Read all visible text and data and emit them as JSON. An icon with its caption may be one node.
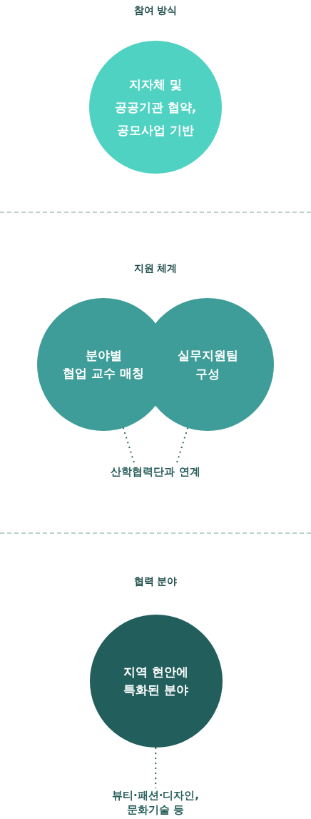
{
  "diagram": {
    "nodes": [
      {
        "text": [
          "지자체 및 공공기관 협약, 공모사업 기반"
        ]
      },
      {
        "text": [
          "분야별 협업 교수 매칭"
        ]
      },
      {
        "text": [
          "실무지원팀 구성"
        ]
      },
      {
        "text": [
          "산학협력단과 연계"
        ]
      },
      {
        "text": [
          "지역 현안에 특화된 분야"
        ]
      },
      {
        "text": [
          "뷰티·패션·디자인, 문화기술 등"
        ]
      }
    ],
    "edges": [
      {
        "from": 1,
        "to": 3,
        "arrow": "none",
        "style": "dashed"
      },
      {
        "from": 2,
        "to": 3,
        "arrow": "none",
        "style": "dashed"
      },
      {
        "from": 4,
        "to": 5,
        "arrow": "none",
        "style": "dashed"
      }
    ],
    "labels": [
      "참여 방식",
      "지원 체계",
      "협력 분야"
    ]
  }
}
